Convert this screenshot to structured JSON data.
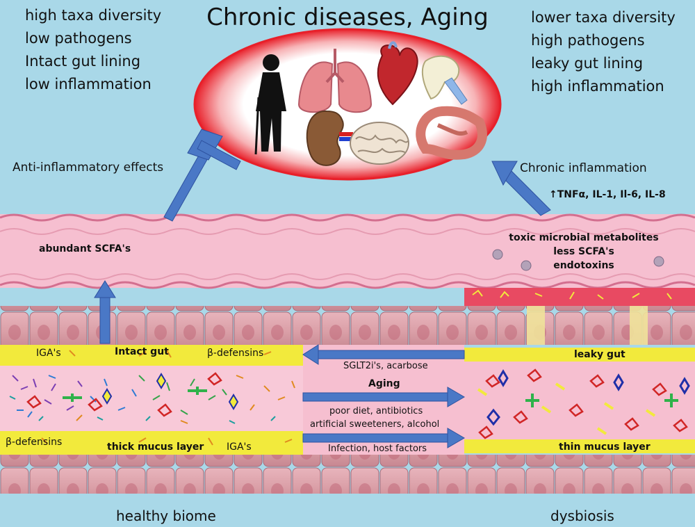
{
  "title": "Chronic diseases, Aging",
  "healthy_traits": [
    "high taxa diversity",
    "low pathogens",
    "Intact gut lining",
    "low inflammation"
  ],
  "dysbiosis_traits": [
    "lower taxa diversity",
    "high pathogens",
    "leaky gut lining",
    "high inflammation"
  ],
  "anti_inflammatory_label": "Anti-inflammatory effects",
  "chronic_inflammation_label": "Chronic inflammation",
  "cytokines_label": "↑TNFα, IL-1, Il-6, IL-8",
  "blood_vessel": {
    "healthy_label": "abundant SCFA's",
    "dysbiosis_lines": [
      "toxic microbial metabolites",
      "less SCFA's",
      "endotoxins"
    ]
  },
  "healthy_gut": {
    "top_left": "IGA's",
    "top_center": "Intact gut",
    "top_right": "β-defensins",
    "bottom_left": "β-defensins",
    "bottom_center": "thick mucus layer",
    "bottom_right": "IGA's"
  },
  "dysbiosis_gut": {
    "top_label": "leaky gut",
    "bottom_label": "thin mucus layer"
  },
  "factors": {
    "to_healthy": "SGLT2i's, acarbose",
    "aging": "Aging",
    "diet": "poor diet, antibiotics",
    "sweeteners": "artificial sweeteners, alcohol",
    "infection": "Infection, host factors"
  },
  "bottom_labels": {
    "healthy": "healthy biome",
    "dysbiosis": "dysbiosis"
  },
  "colors": {
    "background": "#a9d8e8",
    "vessel_pink": "#f6bfd0",
    "mucus_yellow": "#f2ea3c",
    "arrow_blue": "#4a78c6",
    "ellipse_red": "#e8202a"
  }
}
